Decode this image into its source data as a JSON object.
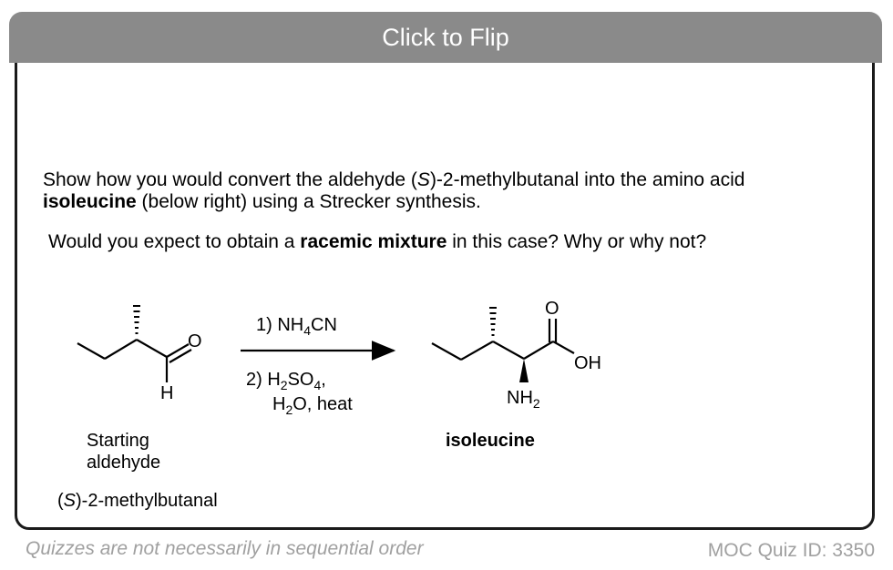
{
  "flip_button": {
    "label": "Click to Flip"
  },
  "question": {
    "line1_prefix": "Show how you would convert the aldehyde (",
    "line1_italic": "S",
    "line1_suffix": ")-2-methylbutanal into the amino acid",
    "line2_bold": "isoleucine",
    "line2_rest": " (below right) using a Strecker synthesis.",
    "line3_prefix": "Would you expect to obtain a ",
    "line3_bold": "racemic mixture",
    "line3_suffix": " in this case? Why or why not?"
  },
  "scheme": {
    "step1": "1) NH",
    "step1_sub": "4",
    "step1_tail": "CN",
    "step2_a": "2) H",
    "step2_a_sub": "2",
    "step2_b": "SO",
    "step2_b_sub": "4",
    "step2_tail": ",",
    "step2_line2_a": "H",
    "step2_line2_sub": "2",
    "step2_line2_tail": "O, heat",
    "atom_O_aldehyde": "O",
    "atom_H_aldehyde": "H",
    "atom_O_acid": "O",
    "atom_OH": "OH",
    "atom_NH": "NH",
    "atom_NH_sub": "2",
    "starting_label_1": "Starting",
    "starting_label_2": "aldehyde",
    "name_prefix": "(",
    "name_italic": "S",
    "name_suffix": ")-2-methylbutanal",
    "product_label": "isoleucine"
  },
  "footer": {
    "left": "Quizzes are not necessarily in sequential order",
    "right": "MOC Quiz ID: 3350"
  }
}
